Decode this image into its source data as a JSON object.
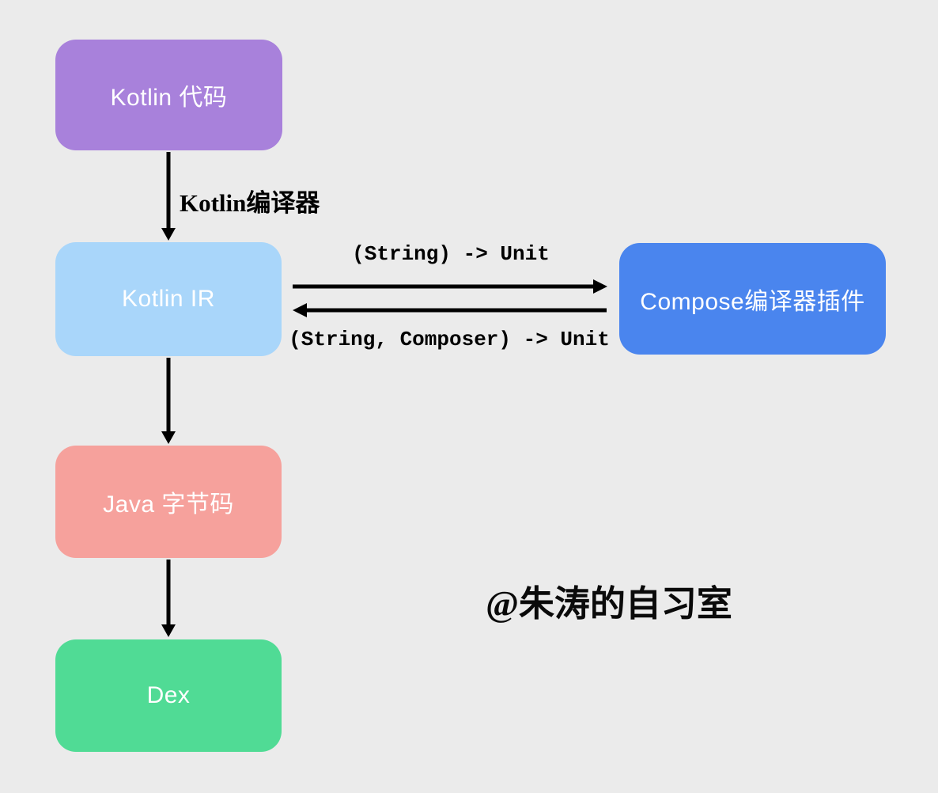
{
  "diagram": {
    "background_color": "#EBEBEB",
    "arrow_color": "#000000",
    "text_color_on_node": "#FFFFFF",
    "nodes": [
      {
        "id": "kotlin-code",
        "label": "Kotlin 代码",
        "color": "#A881DB"
      },
      {
        "id": "kotlin-ir",
        "label": "Kotlin IR",
        "color": "#A9D6FA"
      },
      {
        "id": "compose-plugin",
        "label": "Compose编译器插件",
        "color": "#4A85EE"
      },
      {
        "id": "java-bytecode",
        "label": "Java 字节码",
        "color": "#F6A19C"
      },
      {
        "id": "dex",
        "label": "Dex",
        "color": "#50DB95"
      }
    ],
    "edges": [
      {
        "from": "kotlin-code",
        "to": "kotlin-ir",
        "label": "Kotlin编译器"
      },
      {
        "from": "kotlin-ir",
        "to": "compose-plugin",
        "label": "(String) -> Unit"
      },
      {
        "from": "compose-plugin",
        "to": "kotlin-ir",
        "label": "(String, Composer) -> Unit"
      },
      {
        "from": "kotlin-ir",
        "to": "java-bytecode",
        "label": ""
      },
      {
        "from": "java-bytecode",
        "to": "dex",
        "label": ""
      }
    ],
    "watermark": "@朱涛的自习室"
  }
}
